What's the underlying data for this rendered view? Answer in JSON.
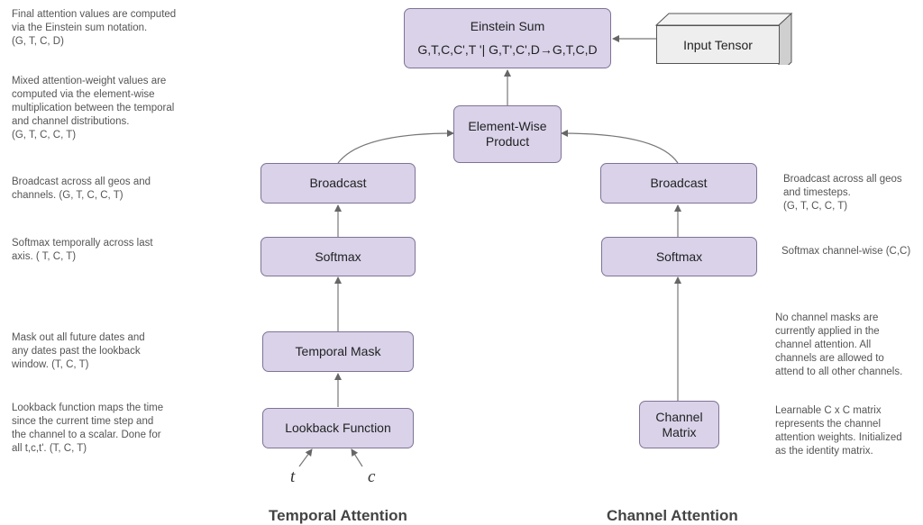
{
  "notes": {
    "einstein": "Final attention values are computed\nvia the Einstein sum notation.\n(G, T, C, D)",
    "mixed": "Mixed attention-weight values are\ncomputed via the element-wise\nmultiplication between the temporal\nand channel distributions.\n(G, T, C, C, T)",
    "broadcast_temporal": "Broadcast across all geos and\nchannels. (G, T, C, C, T)",
    "softmax_temporal": "Softmax temporally across last\naxis. ( T, C, T)",
    "mask": "Mask out all future dates and\nany dates past the lookback\nwindow. (T, C, T)",
    "lookback": "Lookback function maps the time\nsince the current time step and\nthe channel to a scalar.  Done for\nall t,c,t'.  (T, C, T)",
    "broadcast_channel": "Broadcast across all geos\nand timesteps.\n(G, T, C, C, T)",
    "softmax_channel": "Softmax channel-wise (C,C)",
    "no_mask": "No channel masks are\ncurrently applied in the\nchannel attention. All\nchannels are allowed to\nattend to all other channels.",
    "channel_matrix": "Learnable C x C matrix\nrepresents the channel\nattention weights.  Initialized\nas the identity matrix."
  },
  "boxes": {
    "einstein_title": "Einstein Sum",
    "einstein_formula": "G,T,C,C',T '| G,T',C',D→G,T,C,D",
    "input_tensor": "Input Tensor",
    "element_wise": "Element-Wise\nProduct",
    "broadcast_left": "Broadcast",
    "broadcast_right": "Broadcast",
    "softmax_left": "Softmax",
    "softmax_right": "Softmax",
    "temporal_mask": "Temporal Mask",
    "lookback_function": "Lookback Function",
    "channel_matrix": "Channel\nMatrix"
  },
  "inputs": {
    "t": "t",
    "c": "c"
  },
  "sections": {
    "temporal": "Temporal Attention",
    "channel": "Channel Attention"
  }
}
